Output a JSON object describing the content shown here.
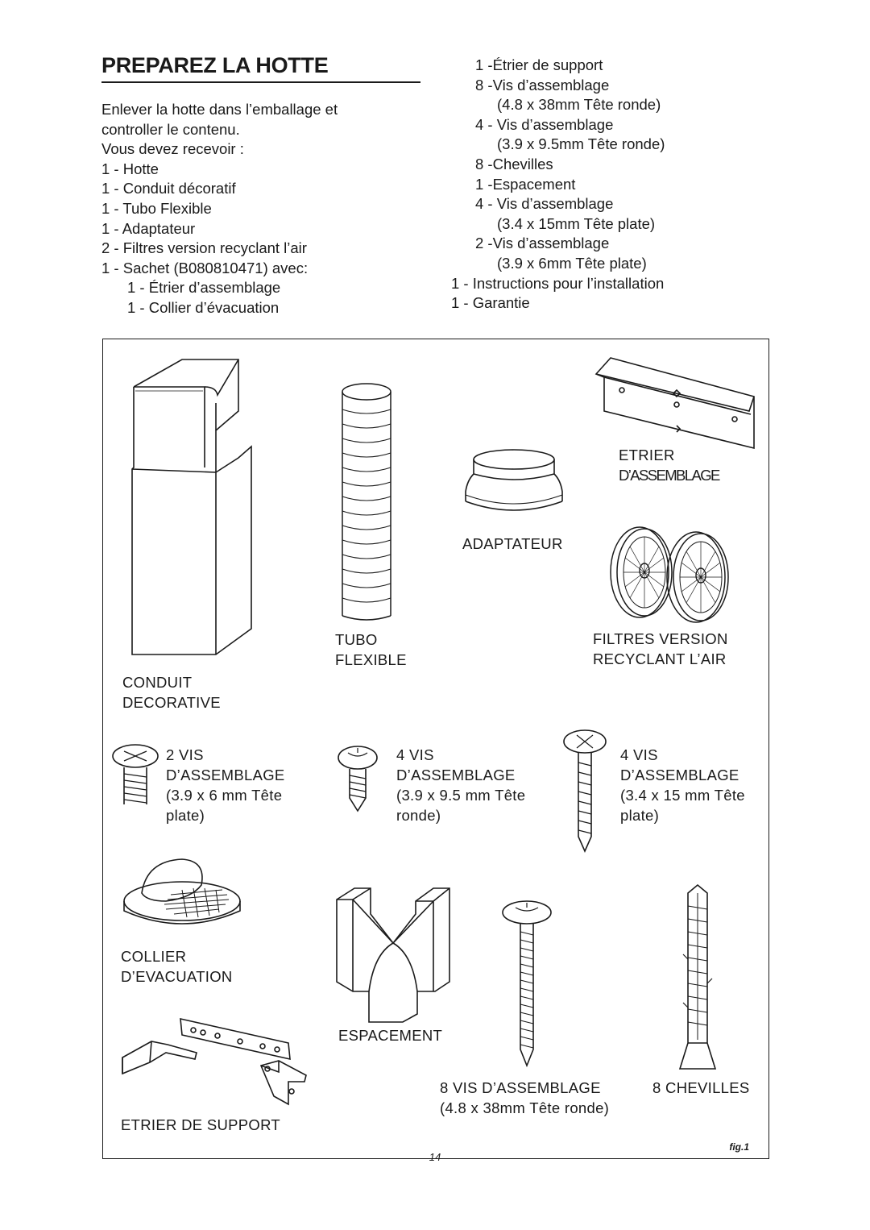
{
  "page": {
    "title": "PREPAREZ LA HOTTE",
    "page_number": "14",
    "fig_label": "fig.1"
  },
  "intro": {
    "line1": "Enlever la hotte dans l’emballage et",
    "line2": "controller le contenu.",
    "line3": "Vous devez recevoir :"
  },
  "left_list": [
    "1 -  Hotte",
    "1 -  Conduit  décoratif",
    "1 -  Tubo  Flexible",
    "1 -  Adaptateur",
    "2 -  Filtres version recyclant l’air",
    "1 -  Sachet  (B080810471) avec:"
  ],
  "sachet_items": [
    "1 - Étrier d’assemblage",
    "1 - Collier d’évacuation"
  ],
  "right_list": {
    "r1": "1 -Étrier de support",
    "r2": "8 -Vis  d’assemblage",
    "r3": "(4.8 x 38mm Tête ronde)",
    "r4": "4 - Vis d’assemblage",
    "r5": "(3.9 x 9.5mm Tête ronde)",
    "r6": "8 -Chevilles",
    "r7": "1 -Espacement",
    "r8": "4 - Vis d’assemblage",
    "r9": "(3.4  x  15mm  Tête plate)",
    "r10": "2 -Vis  d’assemblage",
    "r11": "(3.9  x  6mm  Tête plate)",
    "r12": "1 -  Instructions pour  l’installation",
    "r13": "1 -   Garantie"
  },
  "labels": {
    "conduit_1": "CONDUIT",
    "conduit_2": "DECORATIVE",
    "tubo_1": "TUBO",
    "tubo_2": "FLEXIBLE",
    "adaptateur": "ADAPTATEUR",
    "etrier_1": "ETRIER",
    "etrier_2": "D’ASSEMBLAGE",
    "filtres_1": "FILTRES  VERSION",
    "filtres_2": "RECYCLANT  L’AIR",
    "vis2_1": "2 VIS",
    "vis2_2": "D’ASSEMBLAGE",
    "vis2_3": "(3.9 x 6 mm Tête",
    "vis2_4": "plate)",
    "vis4a_1": "4 VIS",
    "vis4a_2": "D’ASSEMBLAGE",
    "vis4a_3": "(3.9 x 9.5 mm Tête",
    "vis4a_4": "ronde)",
    "vis4b_1": "4 VIS",
    "vis4b_2": "D’ASSEMBLAGE",
    "vis4b_3": "(3.4 x 15 mm Tête",
    "vis4b_4": "plate)",
    "collier_1": "COLLIER",
    "collier_2": "D’EVACUATION",
    "espacement": "ESPACEMENT",
    "vis8_1": "8 VIS D’ASSEMBLAGE",
    "vis8_2": "(4.8 x 38mm Tête ronde)",
    "chevilles": "8 CHEVILLES",
    "support": "ETRIER DE SUPPORT"
  }
}
